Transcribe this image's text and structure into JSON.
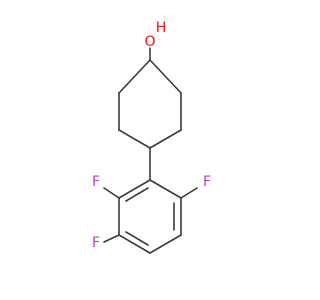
{
  "molecule": {
    "colors": {
      "bond": "#3a3a3a",
      "oxygen": "#ff0d0d",
      "fluorine": "#c43cc4",
      "background": "#ffffff"
    },
    "labels": {
      "hydroxyl_h": "H",
      "hydroxyl_o": "O",
      "fluorine_left_top": "F",
      "fluorine_right": "F",
      "fluorine_left_bottom": "F"
    }
  }
}
